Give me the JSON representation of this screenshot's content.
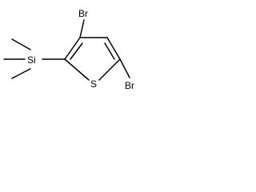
{
  "molecule": {
    "atoms": {
      "br_top": "Br",
      "br_right": "Br",
      "silicon": "Si",
      "sulfur": "S"
    }
  }
}
